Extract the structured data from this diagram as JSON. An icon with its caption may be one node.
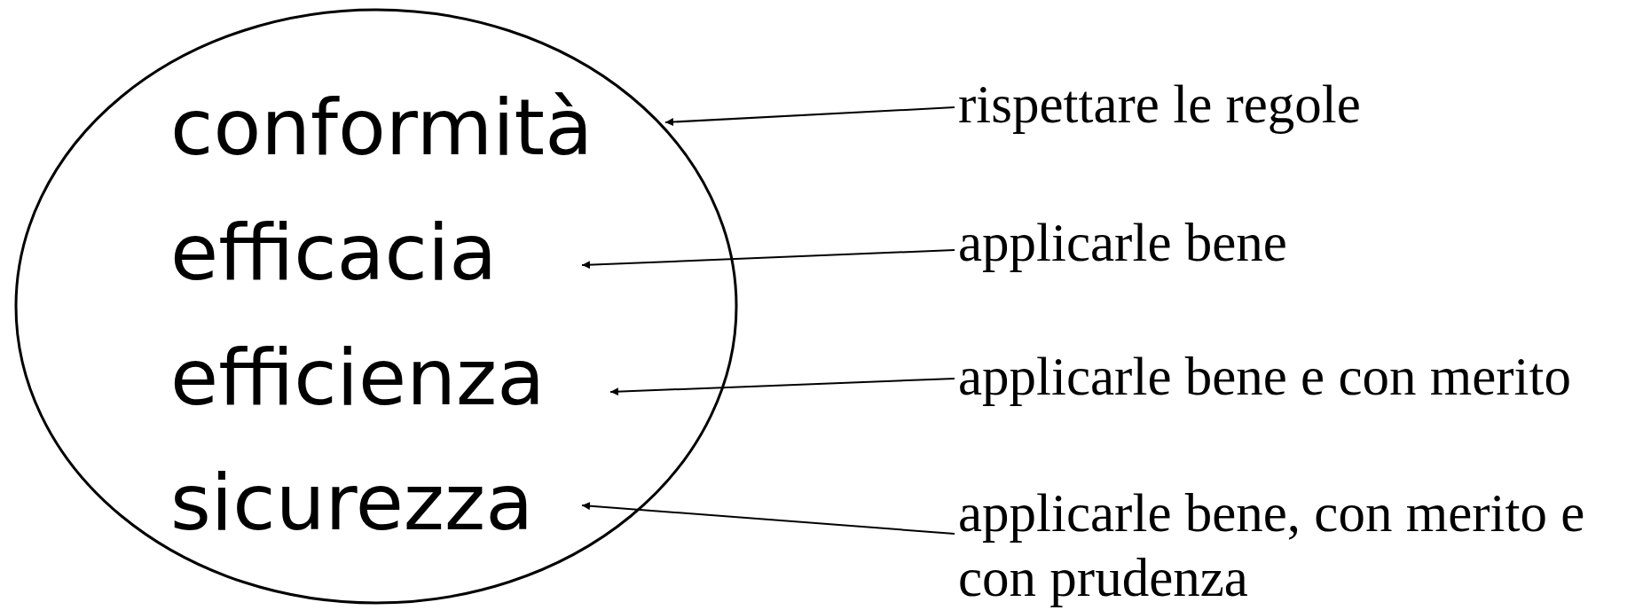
{
  "diagram": {
    "nodes": [
      {
        "text": [],
        "shape": "ellipse"
      },
      {
        "text": [
          "conformità"
        ],
        "in": 0
      },
      {
        "text": [
          "efficacia"
        ],
        "in": 0
      },
      {
        "text": [
          "efficienza"
        ],
        "in": 0
      },
      {
        "text": [
          "sicurezza"
        ],
        "in": 0
      },
      {
        "text": [
          "rispettare le regole"
        ]
      },
      {
        "text": [
          "applicarle bene"
        ]
      },
      {
        "text": [
          "applicarle bene e con merito"
        ]
      },
      {
        "text": [
          "applicarle bene, con merito e con prudenza"
        ]
      }
    ],
    "edges": [
      {
        "from": 5,
        "to": 1,
        "arrow": "to"
      },
      {
        "from": 6,
        "to": 2,
        "arrow": "to"
      },
      {
        "from": 7,
        "to": 3,
        "arrow": "to"
      },
      {
        "from": 8,
        "to": 4,
        "arrow": "to"
      }
    ]
  }
}
